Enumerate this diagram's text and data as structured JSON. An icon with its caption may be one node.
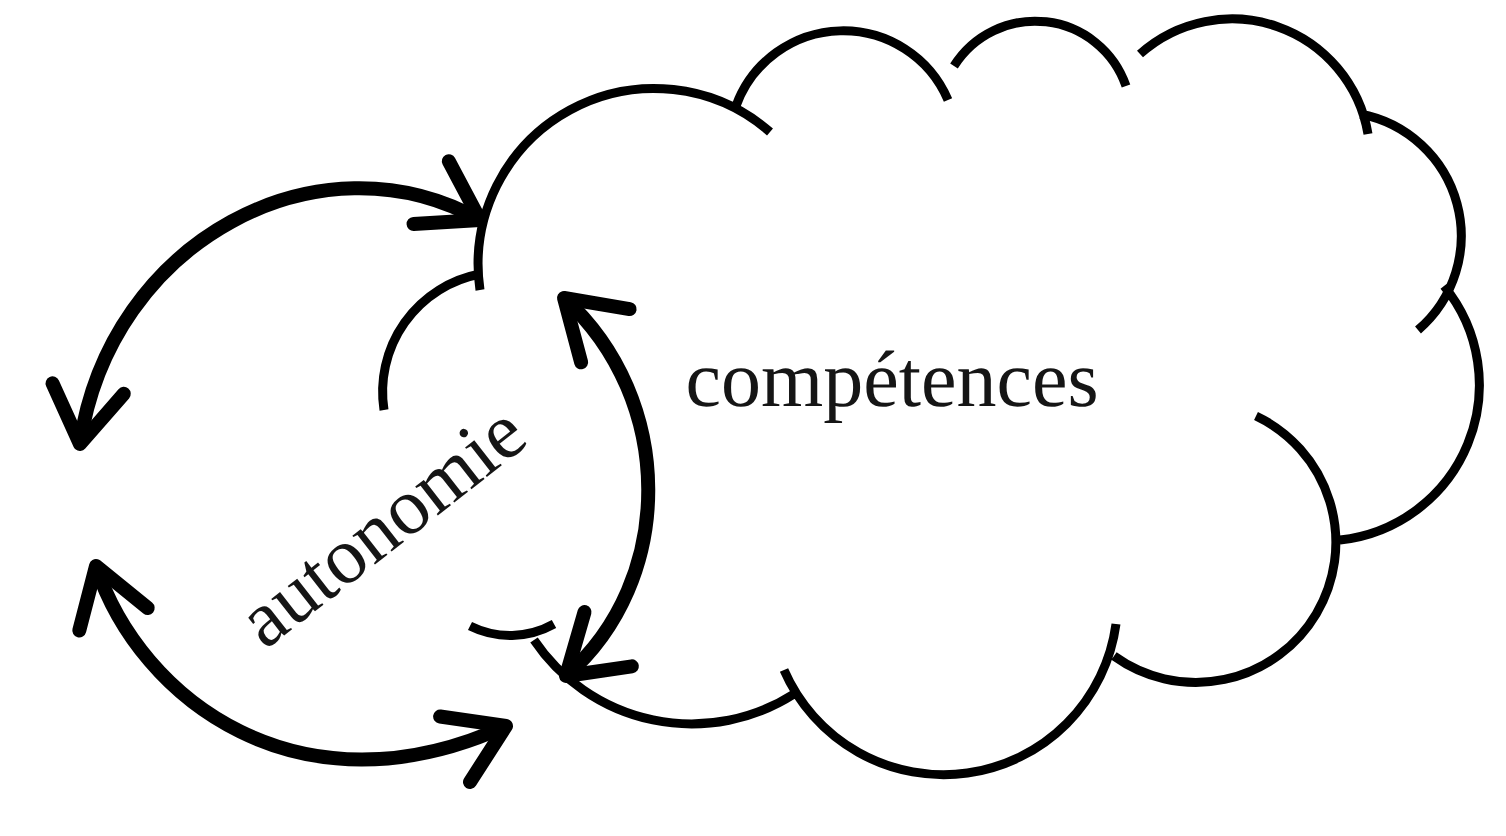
{
  "diagram": {
    "nodes": [
      {
        "text": [
          "compétences"
        ]
      },
      {
        "text": [
          "autonomie"
        ]
      }
    ],
    "edges": [
      {
        "from": null,
        "to": 0,
        "arrow": "both"
      },
      {
        "from": null,
        "to": 1,
        "arrow": "both"
      },
      {
        "from": 1,
        "to": 0,
        "arrow": "both"
      }
    ]
  }
}
